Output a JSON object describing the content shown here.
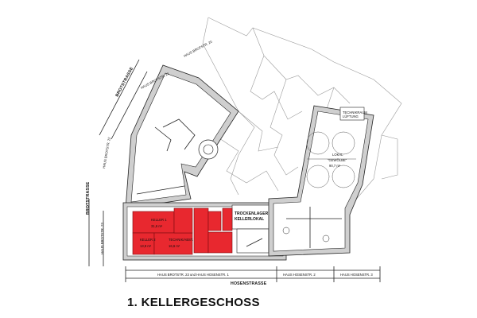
{
  "title": "1. KELLERGESCHOSS",
  "streets": {
    "brotstrasse_1": "BROTSTRASSE",
    "brotstrasse_2": "BROTSTRASSE",
    "hosenstrasse": "HOSENSTRASSE"
  },
  "houses": {
    "brotstr_20": "HAUS BROTSTR. 20",
    "brotstr_21": "HAUS BROTSTR. 21",
    "brotstr_22": "HAUS BROTSTR. 22",
    "brotstr_23": "HAUS BROTSTR. 23",
    "bottom_1": "HAUS BROTSTR. 23 und HAUS HOSENSTR. 1",
    "bottom_2": "HAUS HOSENSTR. 2",
    "bottom_3": "HAUS HOSENSTR. 3"
  },
  "rooms": {
    "keller1": "KELLER 1",
    "keller2": "KELLER 2",
    "technik": "TECHNIK/ABST.",
    "trockenlager_1": "TROCKENLAGER",
    "trockenlager_2": "KELLERLOKAL",
    "technikraum_1": "TECHNIKRAUM",
    "technikraum_2": "LÜFTUNG",
    "lokal_1": "LOKAL",
    "lokal_2": "\"GEWÖLBE\"",
    "area_k1": "31,6 m²",
    "area_k2": "13,9 m²",
    "area_tech": "16,6 m²",
    "area_lokal": "90,7 m²"
  },
  "colors": {
    "highlight": "#e8282f",
    "wall": "#cfcfcf"
  }
}
